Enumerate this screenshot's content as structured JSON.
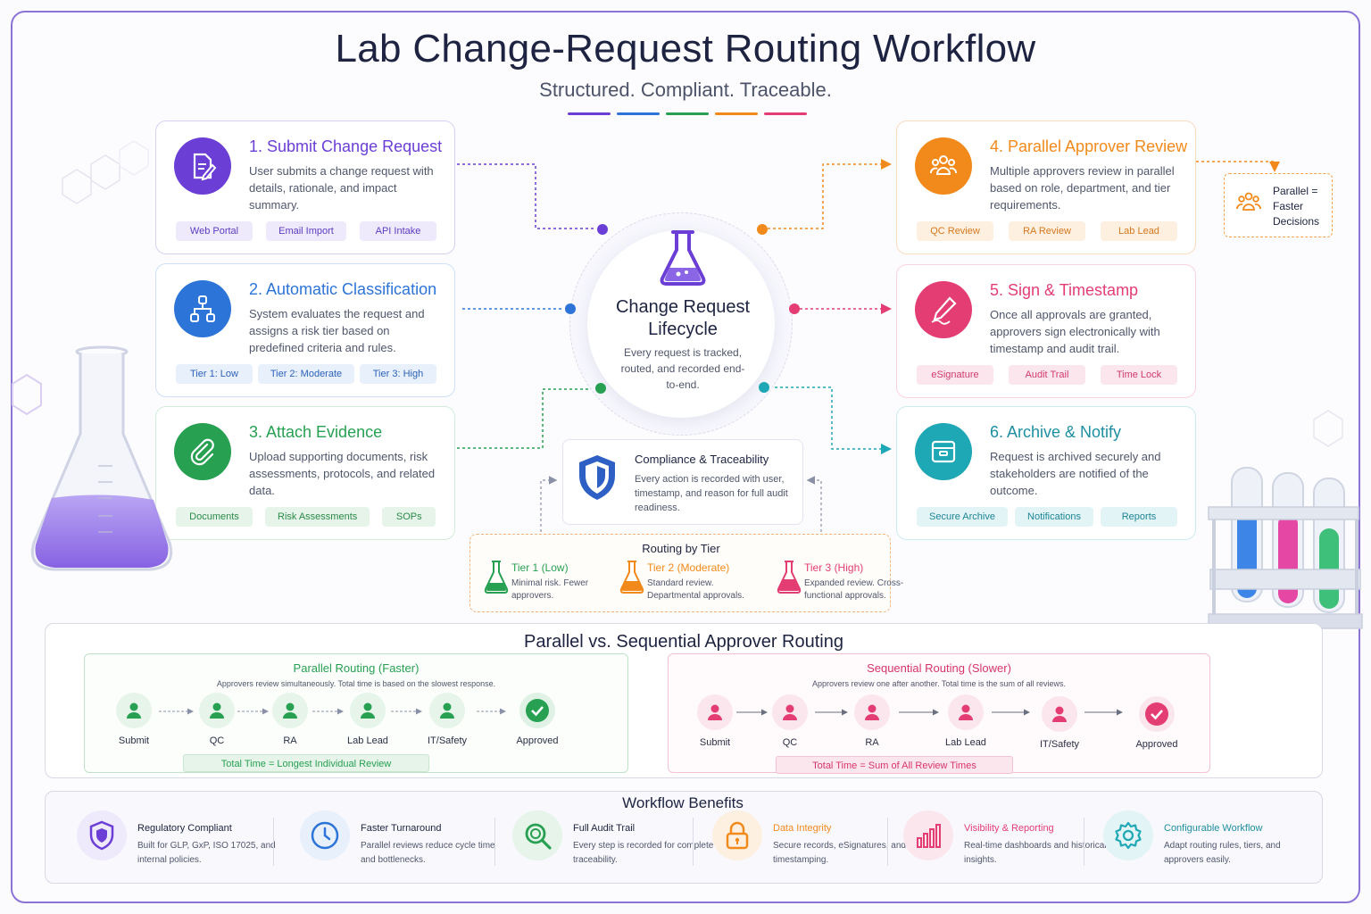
{
  "header": {
    "title": "Lab Change-Request Routing Workflow",
    "subtitle": "Structured. Compliant. Traceable."
  },
  "colors": {
    "purple": "#6b3fd6",
    "blue": "#2d74d8",
    "green": "#27a052",
    "orange": "#f28a1b",
    "pink": "#e33d74",
    "teal": "#1ea7b4"
  },
  "steps": [
    {
      "title": "1. Submit Change Request",
      "desc": "User submits a change request with details, rationale, and impact summary.",
      "chips": [
        "Web Portal",
        "Email Import",
        "API Intake"
      ],
      "icon": "document-edit-icon"
    },
    {
      "title": "2. Automatic Classification",
      "desc": "System evaluates the request and assigns a risk tier based on predefined criteria and rules.",
      "chips": [
        "Tier 1: Low",
        "Tier 2: Moderate",
        "Tier 3: High"
      ],
      "icon": "hierarchy-icon"
    },
    {
      "title": "3. Attach Evidence",
      "desc": "Upload supporting documents, risk assessments, protocols, and related data.",
      "chips": [
        "Documents",
        "Risk Assessments",
        "SOPs"
      ],
      "icon": "paperclip-icon"
    },
    {
      "title": "4. Parallel Approver Review",
      "desc": "Multiple approvers review in parallel based on role, department, and tier requirements.",
      "chips": [
        "QC Review",
        "RA Review",
        "Lab Lead"
      ],
      "icon": "team-icon"
    },
    {
      "title": "5. Sign & Timestamp",
      "desc": "Once all approvals are granted, approvers sign electronically with timestamp and audit trail.",
      "chips": [
        "eSignature",
        "Audit Trail",
        "Time Lock"
      ],
      "icon": "pen-sign-icon"
    },
    {
      "title": "6. Archive & Notify",
      "desc": "Request is archived securely and stakeholders are notified of the outcome.",
      "chips": [
        "Secure Archive",
        "Notifications",
        "Reports"
      ],
      "icon": "archive-box-icon"
    }
  ],
  "hub": {
    "title": "Change Request Lifecycle",
    "desc": "Every request is tracked, routed, and recorded end-to-end."
  },
  "compliance": {
    "title": "Compliance & Traceability",
    "desc": "Every action is recorded with user, timestamp, and reason for full audit readiness."
  },
  "tiers": {
    "title": "Routing by Tier",
    "items": [
      {
        "name": "Tier 1 (Low)",
        "desc": "Minimal risk. Fewer approvers."
      },
      {
        "name": "Tier 2 (Moderate)",
        "desc": "Standard review. Departmental approvals."
      },
      {
        "name": "Tier 3 (High)",
        "desc": "Expanded review. Cross-functional approvals."
      }
    ]
  },
  "parallel_badge": "Parallel = Faster Decisions",
  "routing": {
    "title": "Parallel vs. Sequential Approver Routing",
    "parallel": {
      "title": "Parallel Routing (Faster)",
      "subtitle": "Approvers review simultaneously. Total time is based on the slowest response.",
      "nodes": [
        "Submit",
        "QC",
        "RA",
        "Lab Lead",
        "IT/Safety",
        "Approved"
      ],
      "total": "Total Time = Longest Individual Review"
    },
    "sequential": {
      "title": "Sequential Routing (Slower)",
      "subtitle": "Approvers review one after another. Total time is the sum of all reviews.",
      "nodes": [
        "Submit",
        "QC",
        "RA",
        "Lab Lead",
        "IT/Safety",
        "Approved"
      ],
      "total": "Total Time = Sum of All Review Times"
    }
  },
  "benefits": {
    "title": "Workflow Benefits",
    "items": [
      {
        "title": "Regulatory Compliant",
        "desc": "Built for GLP, GxP, ISO 17025, and internal policies.",
        "icon": "shield-icon"
      },
      {
        "title": "Faster Turnaround",
        "desc": "Parallel reviews reduce cycle time and bottlenecks.",
        "icon": "clock-icon"
      },
      {
        "title": "Full Audit Trail",
        "desc": "Every step is recorded for complete traceability.",
        "icon": "magnifier-icon"
      },
      {
        "title": "Data Integrity",
        "desc": "Secure records, eSignatures, and timestamping.",
        "icon": "lock-icon"
      },
      {
        "title": "Visibility & Reporting",
        "desc": "Real-time dashboards and historical insights.",
        "icon": "bar-chart-icon"
      },
      {
        "title": "Configurable Workflow",
        "desc": "Adapt routing rules, tiers, and approvers easily.",
        "icon": "gear-icon"
      }
    ]
  }
}
